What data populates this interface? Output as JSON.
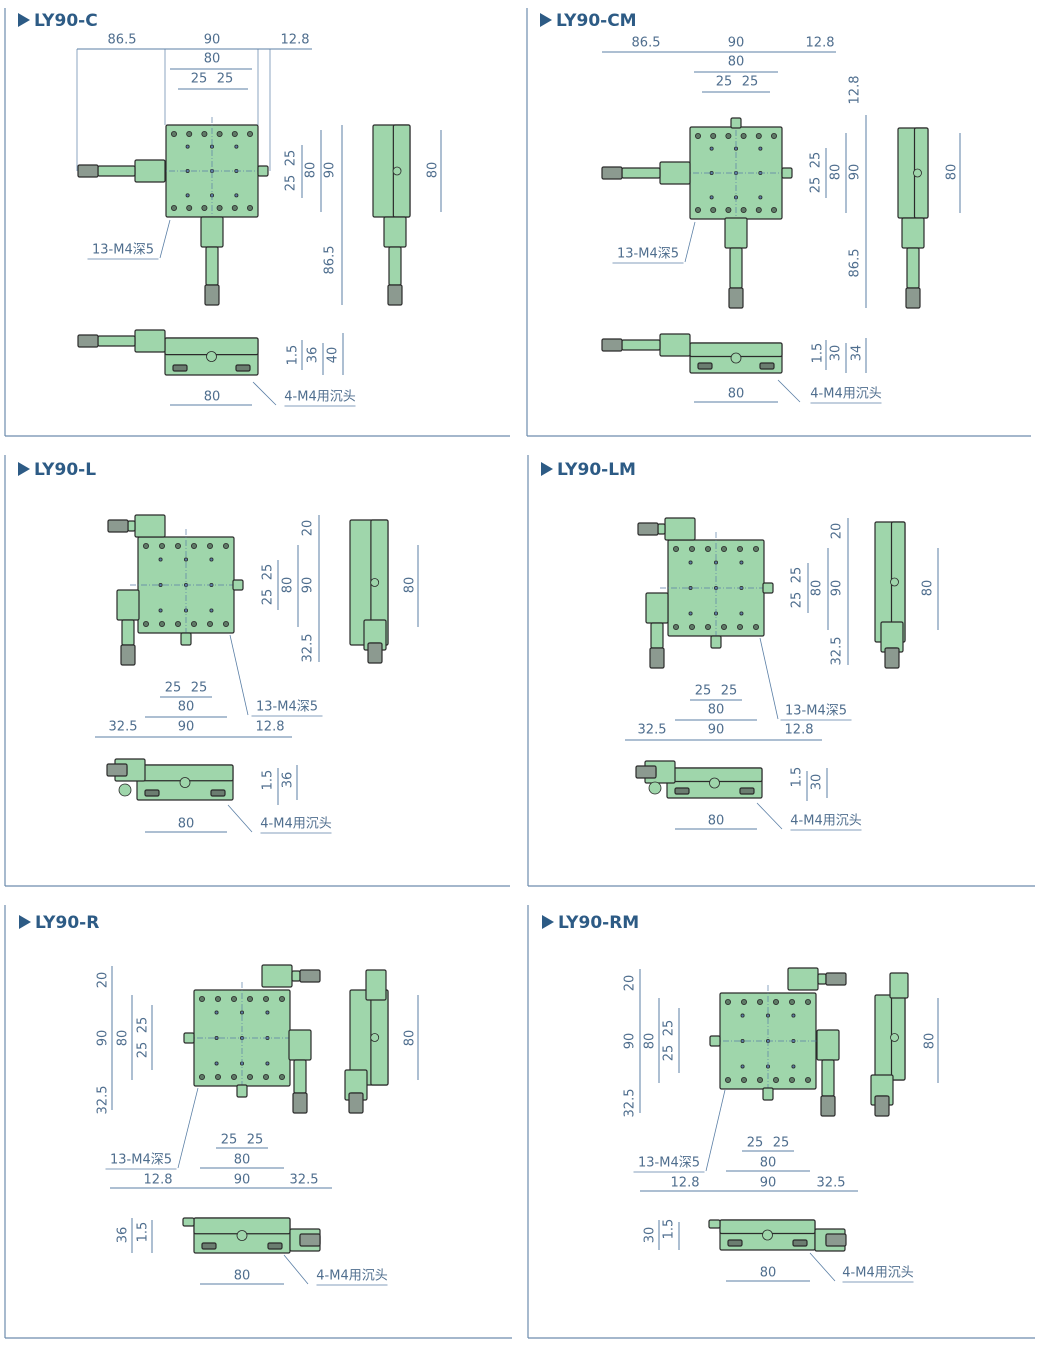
{
  "colors": {
    "title": "#2d5b85",
    "dimension": "#4f6e8e",
    "stage": "#9fd6ab",
    "outline": "#2b2b2b"
  },
  "panels": [
    {
      "title": "LY90-C",
      "dims": [
        "86.5",
        "90",
        "12.8",
        "80",
        "25",
        "25",
        "25",
        "80",
        "90",
        "25",
        "86.5",
        "80",
        "1.5",
        "36",
        "40",
        "80"
      ],
      "notes": [
        "13-M4深5",
        "4-M4用沉头"
      ]
    },
    {
      "title": "LY90-CM",
      "dims": [
        "86.5",
        "90",
        "12.8",
        "80",
        "25",
        "25",
        "25",
        "80",
        "90",
        "25",
        "12.8",
        "86.5",
        "80",
        "1.5",
        "30",
        "34",
        "80"
      ],
      "notes": [
        "13-M4深5",
        "4-M4用沉头"
      ]
    },
    {
      "title": "LY90-L",
      "dims": [
        "20",
        "25",
        "80",
        "90",
        "25",
        "32.5",
        "80",
        "25",
        "25",
        "80",
        "90",
        "32.5",
        "12.8",
        "1.5",
        "36",
        "80"
      ],
      "notes": [
        "13-M4深5",
        "4-M4用沉头"
      ]
    },
    {
      "title": "LY90-LM",
      "dims": [
        "20",
        "25",
        "80",
        "90",
        "25",
        "32.5",
        "80",
        "25",
        "25",
        "80",
        "90",
        "32.5",
        "12.8",
        "1.5",
        "30",
        "80"
      ],
      "notes": [
        "13-M4深5",
        "4-M4用沉头"
      ]
    },
    {
      "title": "LY90-R",
      "dims": [
        "20",
        "90",
        "80",
        "25",
        "25",
        "32.5",
        "80",
        "25",
        "25",
        "80",
        "12.8",
        "90",
        "32.5",
        "36",
        "1.5",
        "80"
      ],
      "notes": [
        "13-M4深5",
        "4-M4用沉头"
      ]
    },
    {
      "title": "LY90-RM",
      "dims": [
        "20",
        "90",
        "80",
        "25",
        "25",
        "32.5",
        "80",
        "25",
        "25",
        "80",
        "12.8",
        "90",
        "32.5",
        "30",
        "1.5",
        "80"
      ],
      "notes": [
        "13-M4深5",
        "4-M4用沉头"
      ]
    }
  ]
}
